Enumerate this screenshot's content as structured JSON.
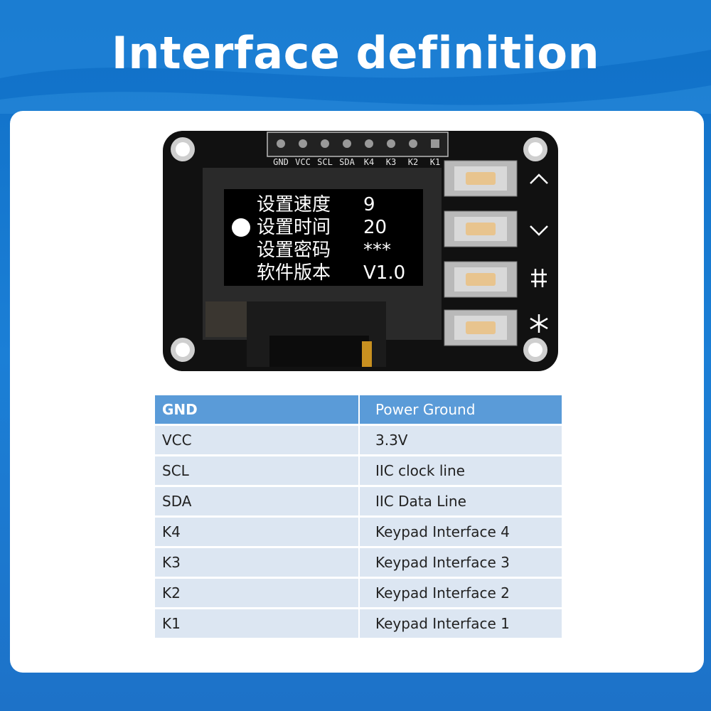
{
  "header": {
    "title": "Interface definition"
  },
  "board": {
    "pin_labels": [
      "GND",
      "VCC",
      "SCL",
      "SDA",
      "K4",
      "K3",
      "K2",
      "K1"
    ],
    "oled": {
      "rows": [
        {
          "label": "设置速度",
          "value": "9"
        },
        {
          "label": "设置时间",
          "value": "20"
        },
        {
          "label": "设置密码",
          "value": "***"
        },
        {
          "label": "软件版本",
          "value": "V1.0"
        }
      ]
    },
    "key_symbols": [
      "^",
      "v",
      "#",
      "*"
    ]
  },
  "table": {
    "header": {
      "pin": "GND",
      "desc": "Power Ground"
    },
    "rows": [
      {
        "pin": "VCC",
        "desc": "3.3V"
      },
      {
        "pin": "SCL",
        "desc": "IIC clock line"
      },
      {
        "pin": "SDA",
        "desc": "IIC Data Line"
      },
      {
        "pin": "K4",
        "desc": "Keypad Interface 4"
      },
      {
        "pin": "K3",
        "desc": "Keypad Interface 3"
      },
      {
        "pin": "K2",
        "desc": "Keypad Interface 2"
      },
      {
        "pin": "K1",
        "desc": "Keypad Interface 1"
      }
    ]
  },
  "colors": {
    "background": "#1b7fd6",
    "table_header": "#5a9bd8",
    "table_row": "#dce6f2",
    "board": "#111111"
  }
}
